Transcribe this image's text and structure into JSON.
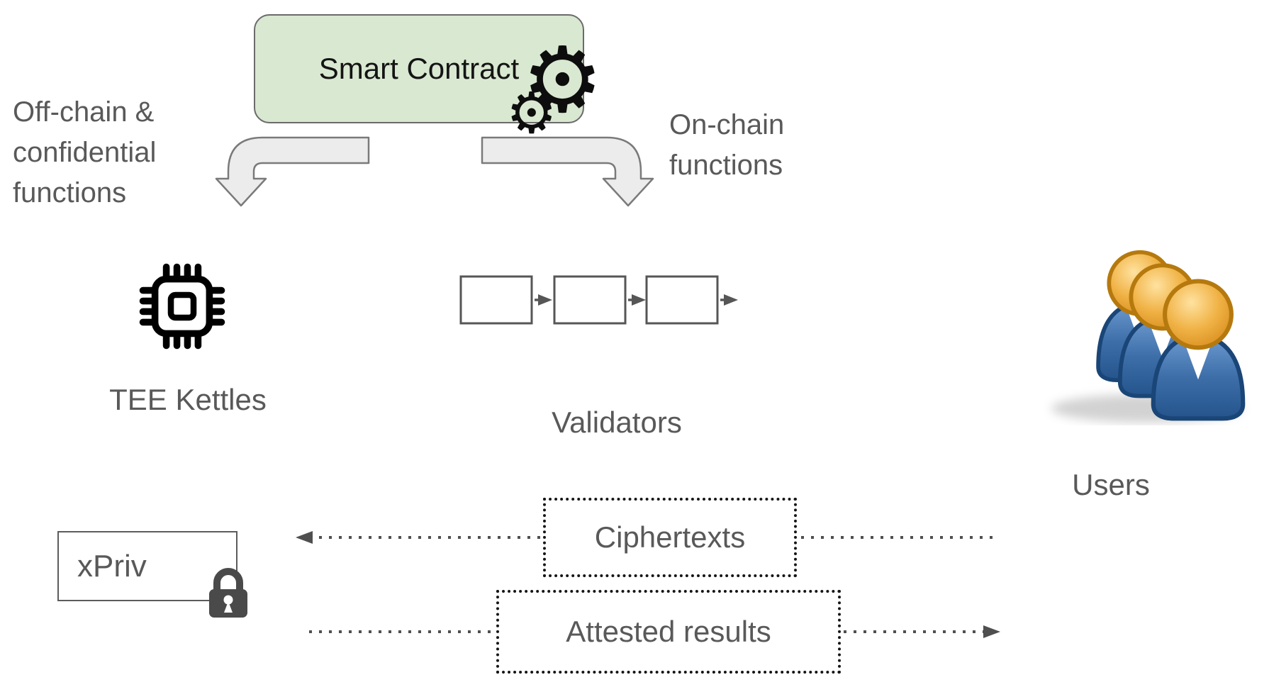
{
  "diagram": {
    "smart_contract_label": "Smart Contract",
    "off_chain_label": "Off-chain & confidential functions",
    "on_chain_label": "On-chain functions",
    "tee_label": "TEE Kettles",
    "validators_label": "Validators",
    "users_label": "Users",
    "xpriv_label": "xPriv",
    "ciphertexts_label": "Ciphertexts",
    "attested_label": "Attested results",
    "validator_block_count": 3
  },
  "icons": {
    "gear_glyph": "⚙",
    "names": [
      "gears-icon",
      "cpu-chip-icon",
      "lock-icon",
      "users-icon"
    ]
  },
  "colors": {
    "contract_fill": "#d9e8d1",
    "contract_border": "#6b6b6b",
    "muted_text": "#595959",
    "line_gray": "#565656",
    "block_arrow_fill": "#ececec",
    "dotted_line": "#4f4f4f",
    "lock_gray": "#4a4a4a",
    "users_head_orange": "#eda83a",
    "users_body_blue": "#3d6ea8"
  }
}
